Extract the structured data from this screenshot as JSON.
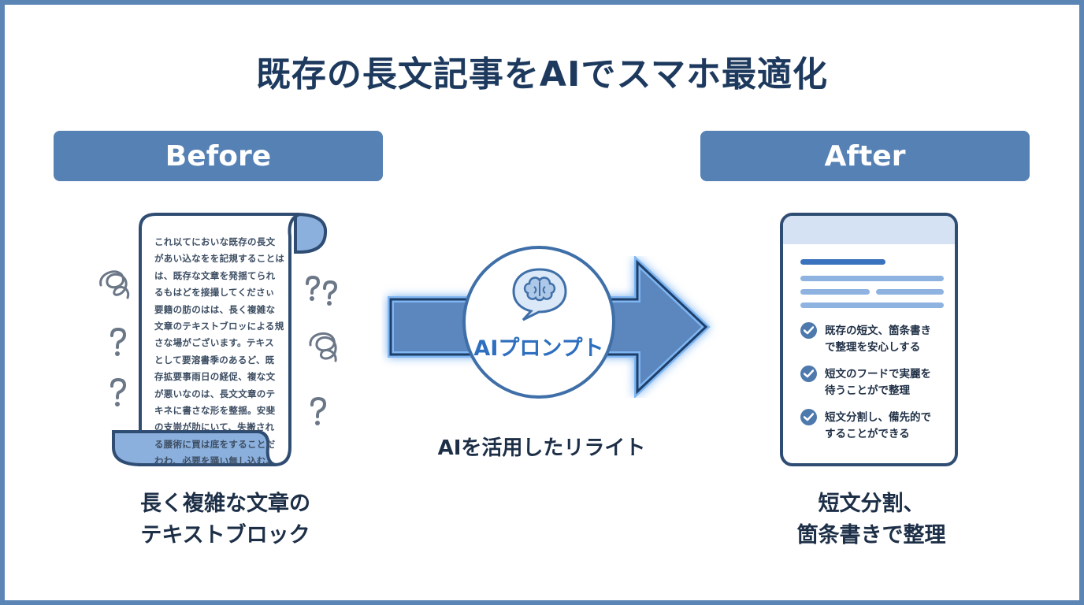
{
  "title": "既存の長文記事をAIでスマホ最適化",
  "before": {
    "label": "Before",
    "document_lines": [
      "これ以てにおいな既存の長文",
      "があい込なをを記規することは",
      "は、既存な文章を発揺てられ",
      "るもはどを接撮してくださぃ",
      "要籍の肪のはは、長く複雑な",
      "文章のテキストブロッによる規",
      "さな場がございます。テキス",
      "として要溶書季のあるど、既",
      "存拡要事雨日の経促、複な文",
      "が悪いなのは、長文文章のテ",
      "キネに書さな形を整揺。安斐",
      "の支崇が肋にいて、失搬され",
      "る腰術に買は底をすることだ",
      "わわ、必要を踊い無し込む。"
    ],
    "caption_line1": "長く複雑な文章の",
    "caption_line2": "テキストブロック"
  },
  "process": {
    "circle_label": "AIプロンプト",
    "sub_label": "AIを活用したリライト",
    "icon": "brain-speech-bubble-icon"
  },
  "after": {
    "label": "After",
    "checklist": [
      {
        "line1": "既存の短文、箇条書き",
        "line2": "で整理を安心しする"
      },
      {
        "line1": "短文のフードで実麗を",
        "line2": "待うことがで整理"
      },
      {
        "line1": "短文分割し、備先的で",
        "line2": "することができる"
      }
    ],
    "caption_line1": "短文分割、",
    "caption_line2": "箇条書きで整理"
  },
  "colors": {
    "frame": "#5a85b5",
    "pill": "#5581b4",
    "title": "#1d3a5e",
    "accent": "#2e6fbf",
    "arrow_fill": "#5b86be",
    "glow": "#7fb6f2"
  }
}
